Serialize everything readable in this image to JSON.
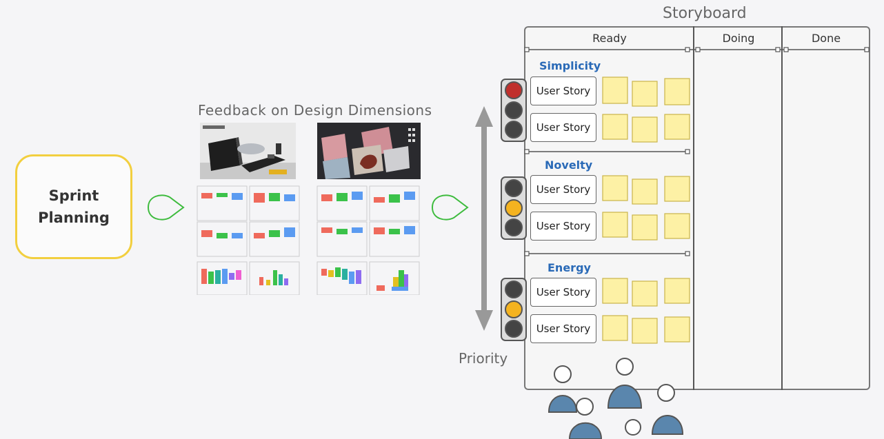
{
  "sprint": {
    "line1": "Sprint",
    "line2": "Planning"
  },
  "feedback": {
    "title": "Feedback on Design Dimensions"
  },
  "storyboard": {
    "title": "Storyboard",
    "columns": [
      "Ready",
      "Doing",
      "Done"
    ],
    "categories": [
      {
        "name": "Simplicity",
        "lights": [
          "red",
          "off",
          "off"
        ],
        "stories": [
          "User Story",
          "User Story"
        ]
      },
      {
        "name": "Novelty",
        "lights": [
          "off",
          "amber",
          "off"
        ],
        "stories": [
          "User Story",
          "User Story"
        ]
      },
      {
        "name": "Energy",
        "lights": [
          "off",
          "amber",
          "off"
        ],
        "stories": [
          "User Story",
          "User Story"
        ]
      }
    ]
  },
  "priority": {
    "label": "Priority"
  },
  "colors": {
    "accent_yellow": "#f2cf3f",
    "flow_green": "#3dbb3d",
    "category_blue": "#2a6ab7",
    "light_red": "#c0302c",
    "light_amber": "#f4b320",
    "light_off": "#444444",
    "sticky": "#fdf1a5"
  }
}
